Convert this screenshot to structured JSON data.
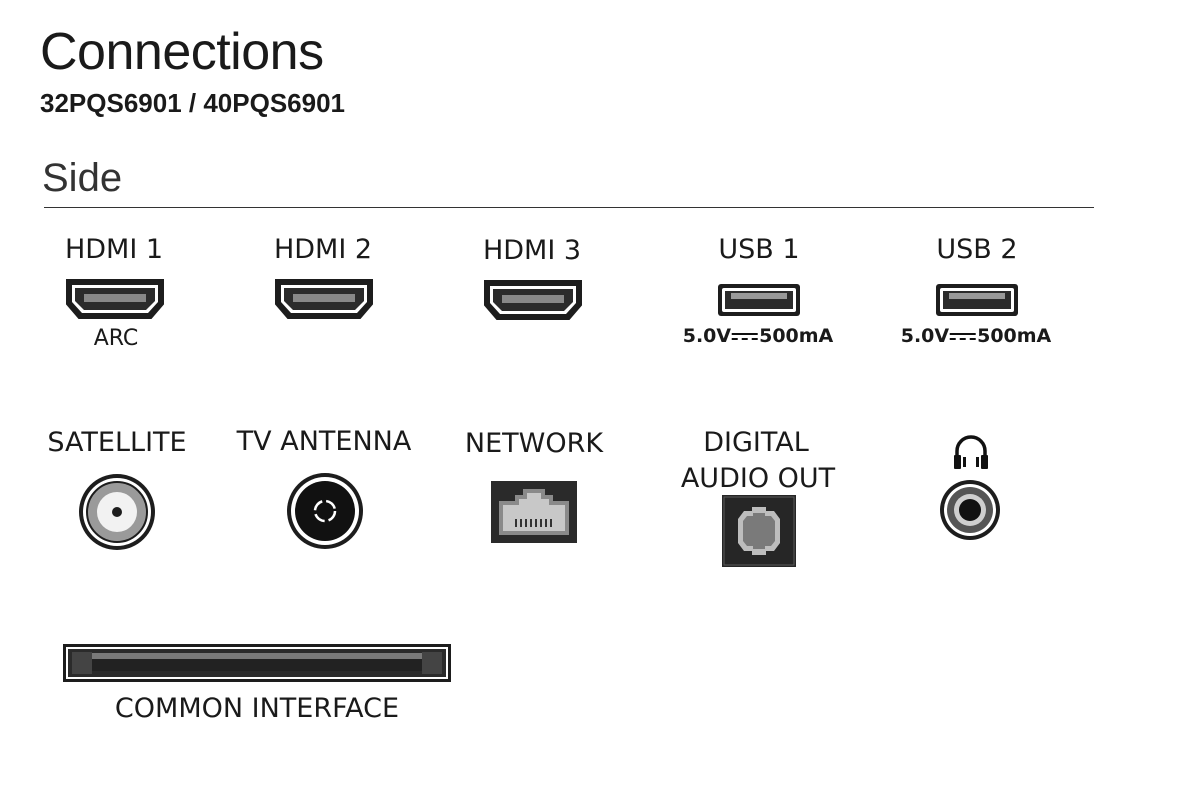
{
  "header": {
    "title": "Connections",
    "models": "32PQS6901 / 40PQS6901"
  },
  "section": {
    "title": "Side"
  },
  "ports": {
    "hdmi1": {
      "label": "HDMI 1",
      "sub": "ARC",
      "icon": "hdmi-port-icon"
    },
    "hdmi2": {
      "label": "HDMI 2",
      "icon": "hdmi-port-icon"
    },
    "hdmi3": {
      "label": "HDMI 3",
      "icon": "hdmi-port-icon"
    },
    "usb1": {
      "label": "USB 1",
      "power_left": "5.0V",
      "power_right": "500mA",
      "icon": "usb-port-icon"
    },
    "usb2": {
      "label": "USB 2",
      "power_left": "5.0V",
      "power_right": "500mA",
      "icon": "usb-port-icon"
    },
    "satellite": {
      "label": "SATELLITE",
      "icon": "satellite-connector-icon"
    },
    "antenna": {
      "label": "TV ANTENNA",
      "icon": "antenna-connector-icon"
    },
    "network": {
      "label": "NETWORK",
      "icon": "ethernet-port-icon"
    },
    "digital_audio": {
      "label_line1": "DIGITAL",
      "label_line2": "AUDIO OUT",
      "icon": "optical-port-icon"
    },
    "headphones": {
      "icon": "headphone-icon",
      "jack_icon": "headphone-jack-icon"
    },
    "ci": {
      "label": "COMMON INTERFACE",
      "icon": "ci-slot-icon"
    }
  }
}
